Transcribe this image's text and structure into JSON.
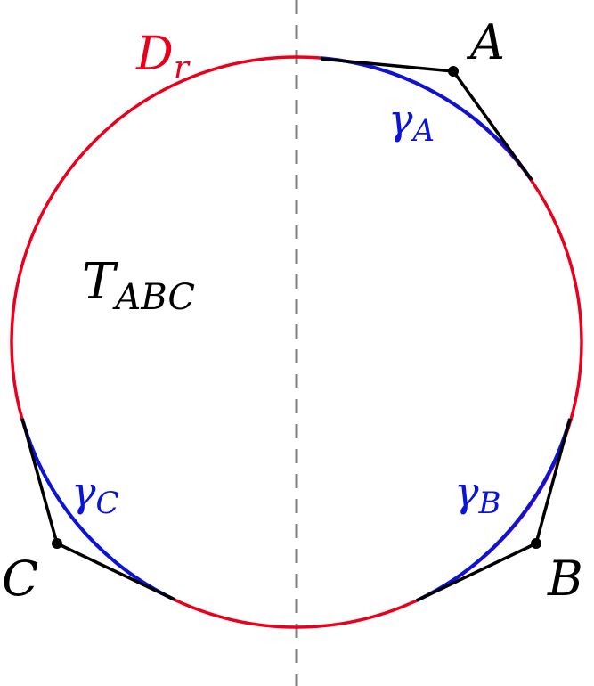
{
  "colors": {
    "circle": "#e8001c",
    "arc": "#0a14d8",
    "ink": "#000000",
    "axis": "#808080"
  },
  "labels": {
    "disk": {
      "main": "D",
      "sub": "r"
    },
    "triangle": {
      "main": "T",
      "sub": "ABC"
    },
    "vertex_a": "A",
    "vertex_b": "B",
    "vertex_c": "C",
    "gamma_a": {
      "main": "γ",
      "sub": "A"
    },
    "gamma_b": {
      "main": "γ",
      "sub": "B"
    },
    "gamma_c": {
      "main": "γ",
      "sub": "C"
    }
  }
}
